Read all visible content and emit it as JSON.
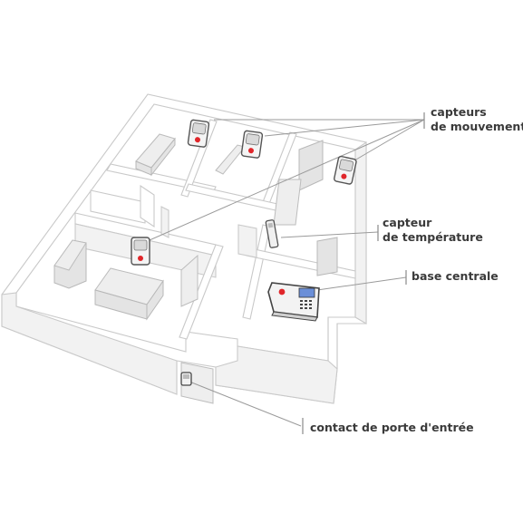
{
  "labels": {
    "motion_sensors": [
      "capteurs",
      "de mouvement"
    ],
    "temperature_sensor": [
      "capteur",
      "de température"
    ],
    "base_station": "base centrale",
    "door_contact": "contact de porte d'entrée"
  },
  "colors": {
    "wall_stroke": "#c6c6c6",
    "label_text": "#3a3a3a",
    "leader_line": "#9a9a9a",
    "led_red": "#e0262a",
    "keypad_screen": "#6b8fd8"
  },
  "icons": [
    "motion-sensor-icon",
    "temperature-sensor-icon",
    "base-station-icon",
    "door-contact-icon"
  ]
}
